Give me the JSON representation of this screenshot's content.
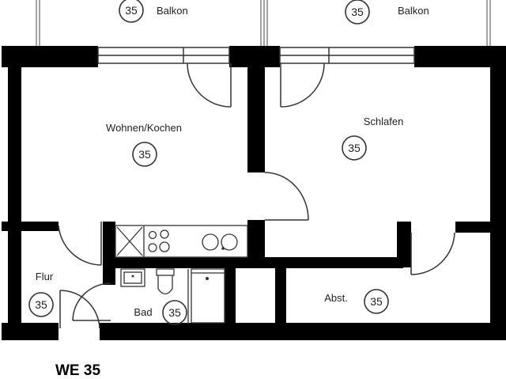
{
  "plan": {
    "unit_label": "WE 35",
    "colors": {
      "wall": "#000000",
      "line": "#333333",
      "background": "#ffffff"
    },
    "rooms": [
      {
        "id": "balkon-left",
        "name": "Balkon",
        "number": "35"
      },
      {
        "id": "balkon-right",
        "name": "Balkon",
        "number": "35"
      },
      {
        "id": "wohnen-kochen",
        "name": "Wohnen/Kochen",
        "number": "35"
      },
      {
        "id": "schlafen",
        "name": "Schlafen",
        "number": "35"
      },
      {
        "id": "flur",
        "name": "Flur",
        "number": "35"
      },
      {
        "id": "bad",
        "name": "Bad",
        "number": "35"
      },
      {
        "id": "abst",
        "name": "Abst.",
        "number": "35"
      }
    ]
  }
}
